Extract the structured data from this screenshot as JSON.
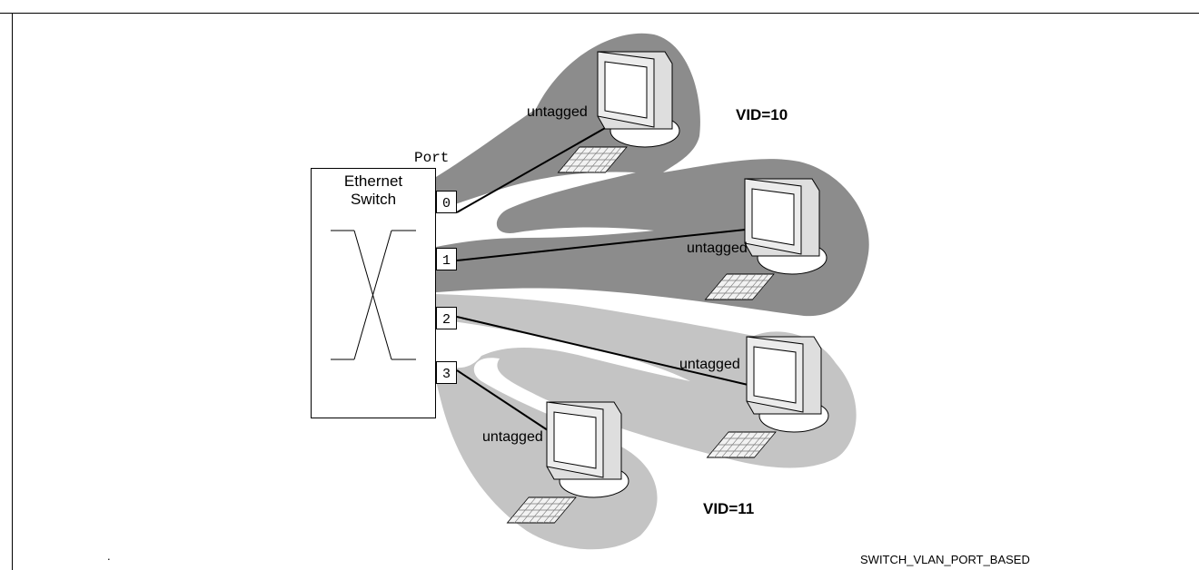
{
  "diagram": {
    "switch_title_line1": "Ethernet",
    "switch_title_line2": "Switch",
    "port_header": "Port",
    "ports": [
      {
        "label": "0",
        "link_label": "untagged",
        "vlan": "VID=10"
      },
      {
        "label": "1",
        "link_label": "untagged",
        "vlan": "VID=10"
      },
      {
        "label": "2",
        "link_label": "untagged",
        "vlan": "VID=11"
      },
      {
        "label": "3",
        "link_label": "untagged",
        "vlan": "VID=11"
      }
    ],
    "vlan_labels": {
      "dark": "VID=10",
      "light": "VID=11"
    },
    "caption": "SWITCH_VLAN_PORT_BASED",
    "corner_mark": ".",
    "colors": {
      "vlan10_fill": "#8c8c8c",
      "vlan11_fill": "#c4c4c4",
      "line": "#000000",
      "background": "#ffffff"
    }
  }
}
